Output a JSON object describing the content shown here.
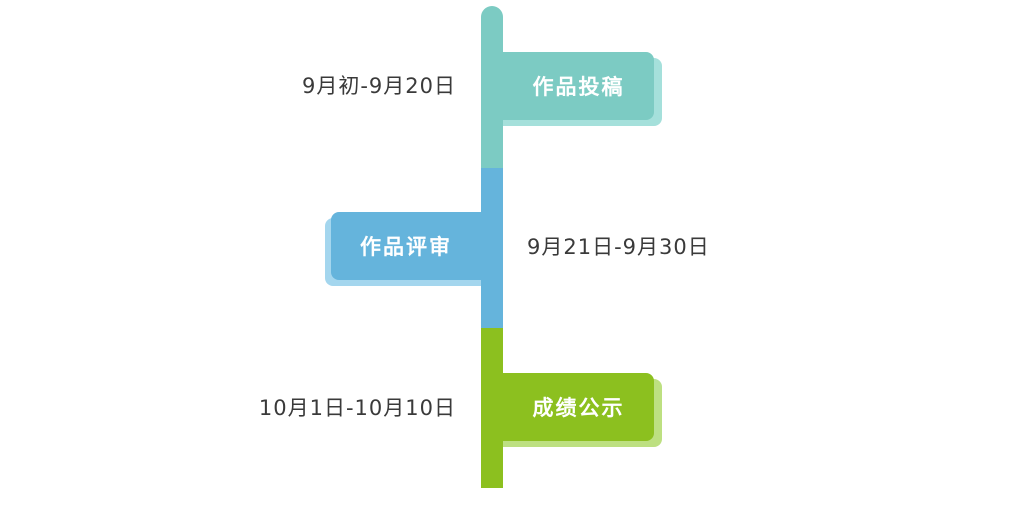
{
  "colors": {
    "teal": "#7ccbc3",
    "teal_shadow": "#a5e0db",
    "blue": "#65b4dc",
    "blue_shadow": "#a4d6ee",
    "green": "#8cc01f",
    "green_shadow": "#bde081",
    "date_text": "#3a3a3a"
  },
  "stages": [
    {
      "label": "作品投稿",
      "date": "9月初-9月20日"
    },
    {
      "label": "作品评审",
      "date": "9月21日-9月30日"
    },
    {
      "label": "成绩公示",
      "date": "10月1日-10月10日"
    }
  ]
}
